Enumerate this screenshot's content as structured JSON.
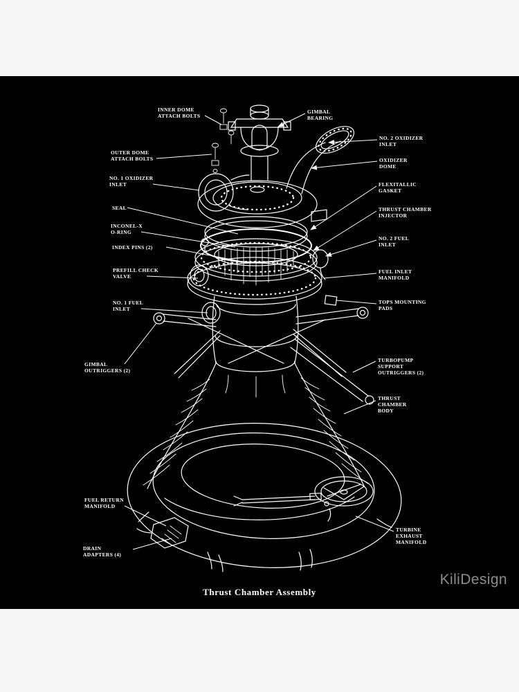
{
  "page": {
    "background": "#f7f7f7"
  },
  "artwork": {
    "background": "#000000",
    "line_color": "#ffffff",
    "caption": "Thrust Chamber Assembly",
    "labels": [
      {
        "id": "inner-dome-attach-bolts",
        "lines": [
          "INNER DOME",
          "ATTACH BOLTS"
        ]
      },
      {
        "id": "outer-dome-attach-bolts",
        "lines": [
          "OUTER DOME",
          "ATTACH BOLTS"
        ]
      },
      {
        "id": "no1-oxidizer-inlet",
        "lines": [
          "NO. 1 OXIDIZER",
          "INLET"
        ]
      },
      {
        "id": "seal",
        "lines": [
          "SEAL"
        ]
      },
      {
        "id": "inconel-x-o-ring",
        "lines": [
          "INCONEL-X",
          "O-RING"
        ]
      },
      {
        "id": "index-pins",
        "lines": [
          "INDEX PINS (2)"
        ]
      },
      {
        "id": "prefill-check-valve",
        "lines": [
          "PREFILL CHECK",
          "VALVE"
        ]
      },
      {
        "id": "no1-fuel-inlet",
        "lines": [
          "NO. 1 FUEL",
          "INLET"
        ]
      },
      {
        "id": "gimbal-outriggers",
        "lines": [
          "GIMBAL",
          "OUTRIGGERS (2)"
        ]
      },
      {
        "id": "fuel-return-manifold",
        "lines": [
          "FUEL RETURN",
          "MANIFOLD"
        ]
      },
      {
        "id": "drain-adapters",
        "lines": [
          "DRAIN",
          "ADAPTERS (4)"
        ]
      },
      {
        "id": "gimbal-bearing",
        "lines": [
          "GIMBAL",
          "BEARING"
        ]
      },
      {
        "id": "no2-oxidizer-inlet",
        "lines": [
          "NO. 2 OXIDIZER",
          "INLET"
        ]
      },
      {
        "id": "oxidizer-dome",
        "lines": [
          "OXIDIZER",
          "DOME"
        ]
      },
      {
        "id": "flexitallic-gasket",
        "lines": [
          "FLEXITALLIC",
          "GASKET"
        ]
      },
      {
        "id": "thrust-chamber-injector",
        "lines": [
          "THRUST CHAMBER",
          "INJECTOR"
        ]
      },
      {
        "id": "no2-fuel-inlet",
        "lines": [
          "NO. 2 FUEL",
          "INLET"
        ]
      },
      {
        "id": "fuel-inlet-manifold",
        "lines": [
          "FUEL INLET",
          "MANIFOLD"
        ]
      },
      {
        "id": "tops-mounting-pads",
        "lines": [
          "TOPS MOUNTING",
          "PADS"
        ]
      },
      {
        "id": "turbopump-support-outriggers",
        "lines": [
          "TURBOPUMP",
          "SUPPORT",
          "OUTRIGGERS (2)"
        ]
      },
      {
        "id": "thrust-chamber-body",
        "lines": [
          "THRUST",
          "CHAMBER",
          "BODY"
        ]
      },
      {
        "id": "turbine-exhaust-manifold",
        "lines": [
          "TURBINE",
          "EXHAUST",
          "MANIFOLD"
        ]
      }
    ]
  },
  "watermark": {
    "text": "KiliDesign",
    "color": "#8c8c8c"
  }
}
